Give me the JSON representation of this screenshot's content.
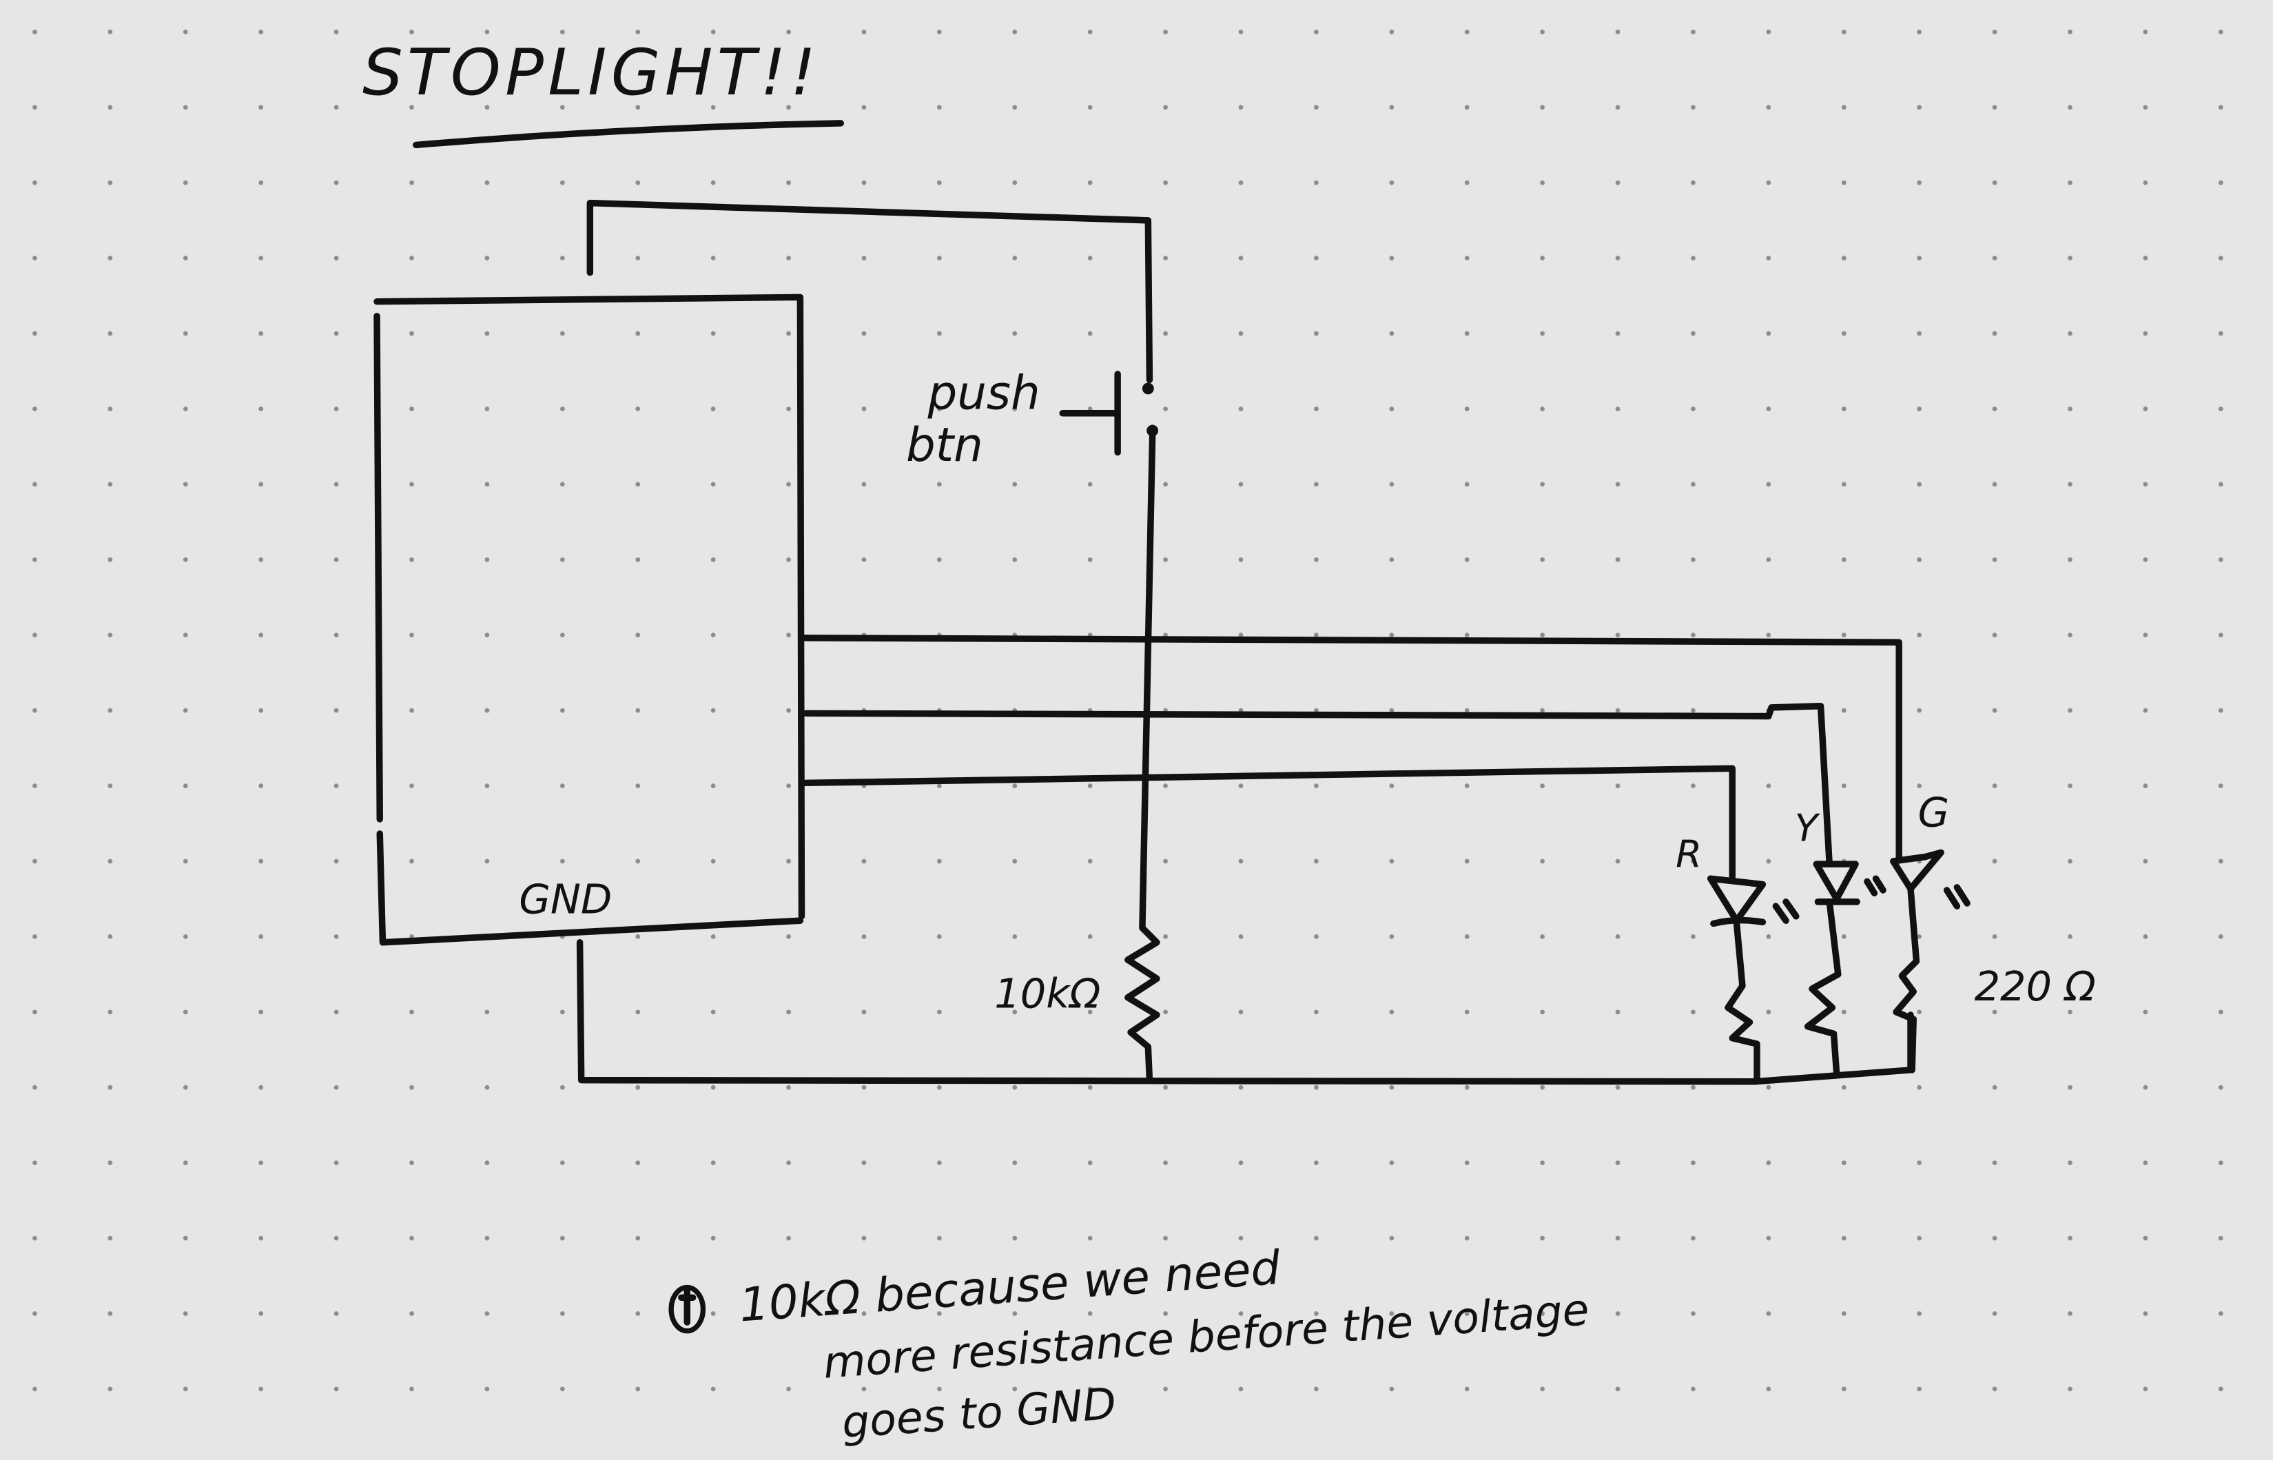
{
  "title": "STOPLIGHT!!",
  "labels": {
    "push_button_line1": "push",
    "push_button_line2": "btn",
    "gnd": "GND",
    "pulldown_resistor": "10kΩ",
    "led_red": "R",
    "led_yellow": "Y",
    "led_green": "G",
    "led_resistors": "220 Ω"
  },
  "note": {
    "line1": "10kΩ because we need",
    "line2": "more resistance before the voltage",
    "line3": "goes to GND"
  },
  "colors": {
    "paper": "#e4e6e8",
    "ink": "#111111",
    "dots": "#8a8c8e"
  }
}
